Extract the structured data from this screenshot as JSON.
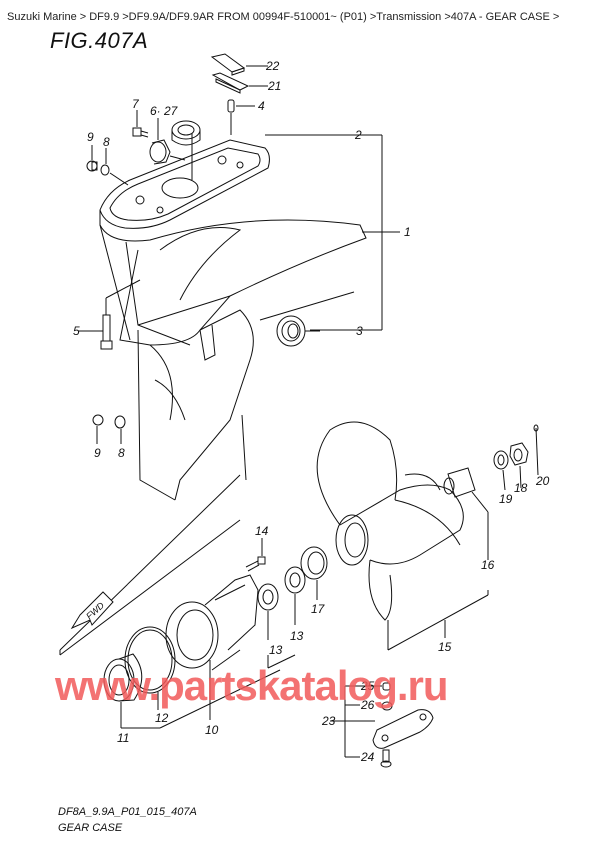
{
  "breadcrumb": {
    "items": [
      "Suzuki Marine",
      "DF9.9",
      "DF9.9A/DF9.9AR FROM 00994F-510001~ (P01)",
      "Transmission",
      "407A - GEAR CASE"
    ],
    "text": "Suzuki Marine > DF9.9 >DF9.9A/DF9.9AR FROM 00994F-510001~ (P01) >Transmission >407A - GEAR CASE >"
  },
  "figure": {
    "title": "FIG.407A",
    "fwd_label": "FWD",
    "callouts": [
      {
        "id": "1",
        "label": "1"
      },
      {
        "id": "2",
        "label": "2"
      },
      {
        "id": "3",
        "label": "3"
      },
      {
        "id": "4",
        "label": "4"
      },
      {
        "id": "5",
        "label": "5"
      },
      {
        "id": "6-27",
        "label": "6· 27"
      },
      {
        "id": "7",
        "label": "7"
      },
      {
        "id": "8a",
        "label": "8"
      },
      {
        "id": "8b",
        "label": "8"
      },
      {
        "id": "9a",
        "label": "9"
      },
      {
        "id": "9b",
        "label": "9"
      },
      {
        "id": "10",
        "label": "10"
      },
      {
        "id": "11",
        "label": "11"
      },
      {
        "id": "12",
        "label": "12"
      },
      {
        "id": "13a",
        "label": "13"
      },
      {
        "id": "13b",
        "label": "13"
      },
      {
        "id": "14",
        "label": "14"
      },
      {
        "id": "15",
        "label": "15"
      },
      {
        "id": "16",
        "label": "16"
      },
      {
        "id": "17",
        "label": "17"
      },
      {
        "id": "18",
        "label": "18"
      },
      {
        "id": "19",
        "label": "19"
      },
      {
        "id": "20",
        "label": "20"
      },
      {
        "id": "21",
        "label": "21"
      },
      {
        "id": "22",
        "label": "22"
      },
      {
        "id": "23",
        "label": "23"
      },
      {
        "id": "24",
        "label": "24"
      },
      {
        "id": "25",
        "label": "25"
      },
      {
        "id": "26",
        "label": "26"
      }
    ]
  },
  "watermark": "www.partskatalog.ru",
  "footer": {
    "code": "DF8A_9.9A_P01_015_407A",
    "name": "GEAR CASE"
  },
  "colors": {
    "line": "#111111",
    "watermark": "#f25a5a",
    "background": "#ffffff"
  }
}
